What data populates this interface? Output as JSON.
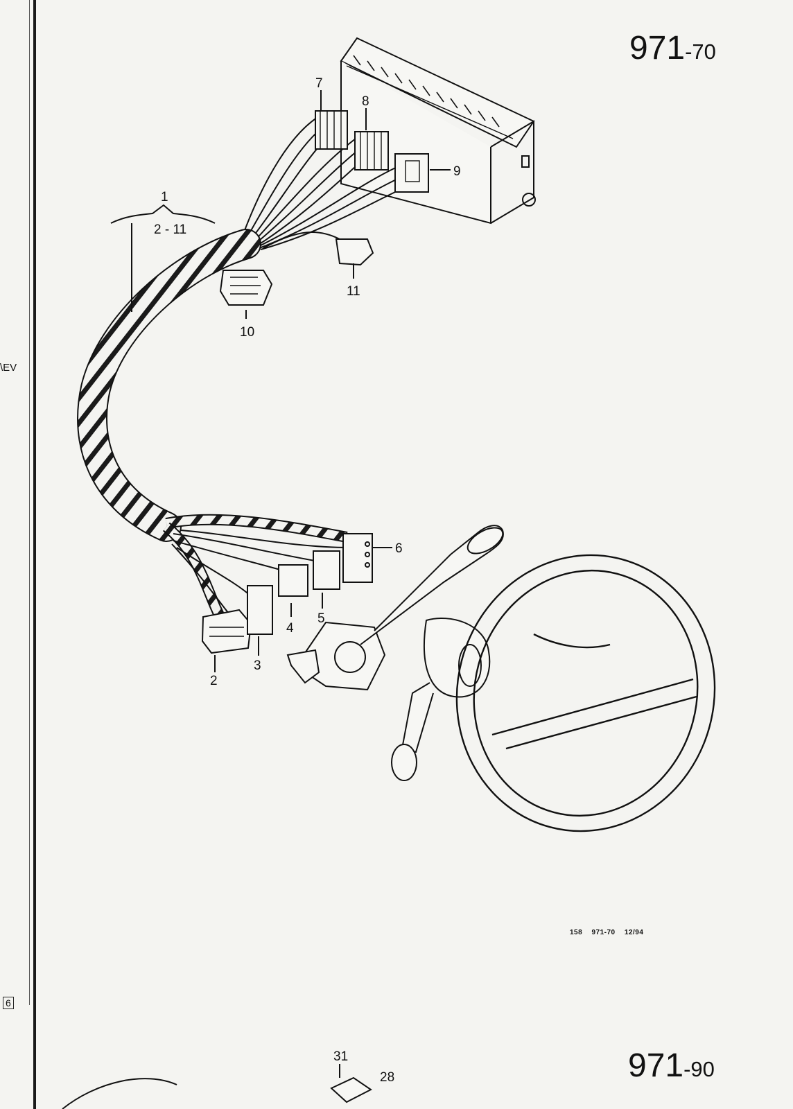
{
  "sections": {
    "top": {
      "main": "971",
      "suffix": "-70"
    },
    "bottom": {
      "main": "971",
      "suffix": "-90"
    }
  },
  "reference_code": "158  971-70  12/94",
  "edge_labels": {
    "left_text": "\\EV",
    "left_box": "6"
  },
  "callouts": {
    "group": "1",
    "group_range": "2 - 11",
    "c2": "2",
    "c3": "3",
    "c4": "4",
    "c5": "5",
    "c6": "6",
    "c7": "7",
    "c8": "8",
    "c9": "9",
    "c10": "10",
    "c11": "11",
    "c28": "28",
    "c31": "31"
  }
}
